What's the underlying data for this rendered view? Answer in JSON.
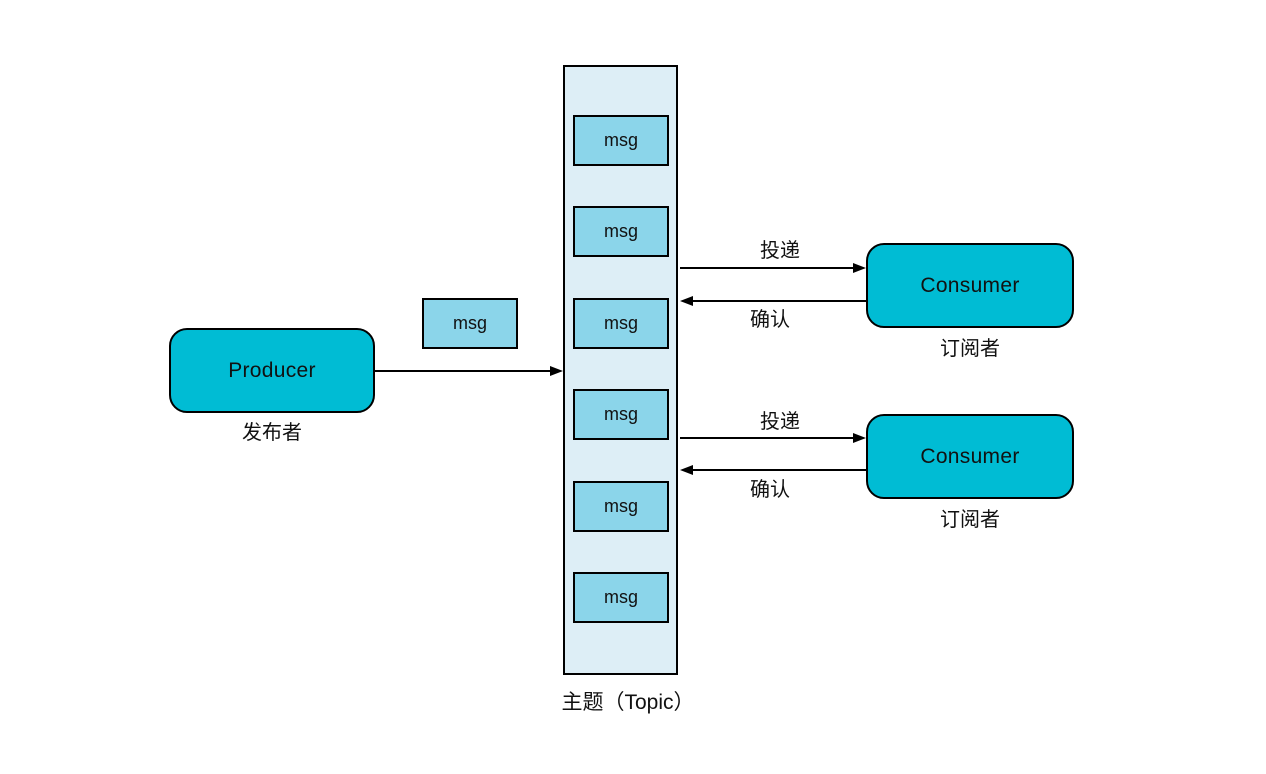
{
  "diagram": {
    "producer": {
      "label": "Producer",
      "caption": "发布者"
    },
    "floating_msg": {
      "label": "msg"
    },
    "topic": {
      "caption": "主题（Topic）",
      "messages": [
        {
          "label": "msg"
        },
        {
          "label": "msg"
        },
        {
          "label": "msg"
        },
        {
          "label": "msg"
        },
        {
          "label": "msg"
        },
        {
          "label": "msg"
        }
      ]
    },
    "consumers": [
      {
        "label": "Consumer",
        "caption": "订阅者",
        "deliver_label": "投递",
        "ack_label": "确认"
      },
      {
        "label": "Consumer",
        "caption": "订阅者",
        "deliver_label": "投递",
        "ack_label": "确认"
      }
    ]
  },
  "colors": {
    "node_fill": "#00BCD4",
    "msg_fill": "#8BD5EA",
    "topic_fill": "#DDEEF6",
    "border": "#000000",
    "background": "#FFFFFF",
    "text": "#111111"
  }
}
